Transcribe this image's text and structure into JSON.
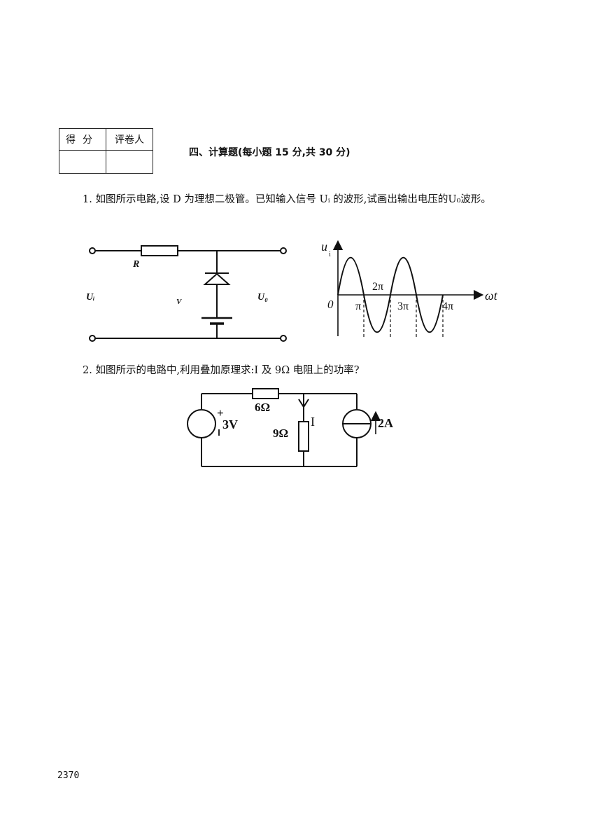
{
  "score_table": {
    "col1_header": "得分",
    "col2_header": "评卷人"
  },
  "section_title": "四、计算题(每小题 15 分,共 30 分)",
  "q1": {
    "text": "1. 如图所示电路,设 D 为理想二极管。已知输入信号 Uᵢ 的波形,试画出输出电压的U₀波形。",
    "circuit": {
      "r_label": "R",
      "input_label": "Uᵢ",
      "output_label": "U₀",
      "diode_label": "V"
    },
    "waveform": {
      "y_label": "u",
      "y_subscript": "i",
      "x_label": "ωt",
      "origin": "0",
      "tick_pi": "π",
      "tick_2pi": "2π",
      "tick_3pi": "3π",
      "tick_4pi": "4π"
    }
  },
  "q2": {
    "text": "2. 如图所示的电路中,利用叠加原理求:I 及 9Ω 电阻上的功率?",
    "circuit": {
      "r1_label": "6Ω",
      "r2_label": "9Ω",
      "current_label": "I",
      "voltage_label": "3V",
      "plus_sign": "+",
      "source_current_label": "2A"
    }
  },
  "page_number": "2370"
}
